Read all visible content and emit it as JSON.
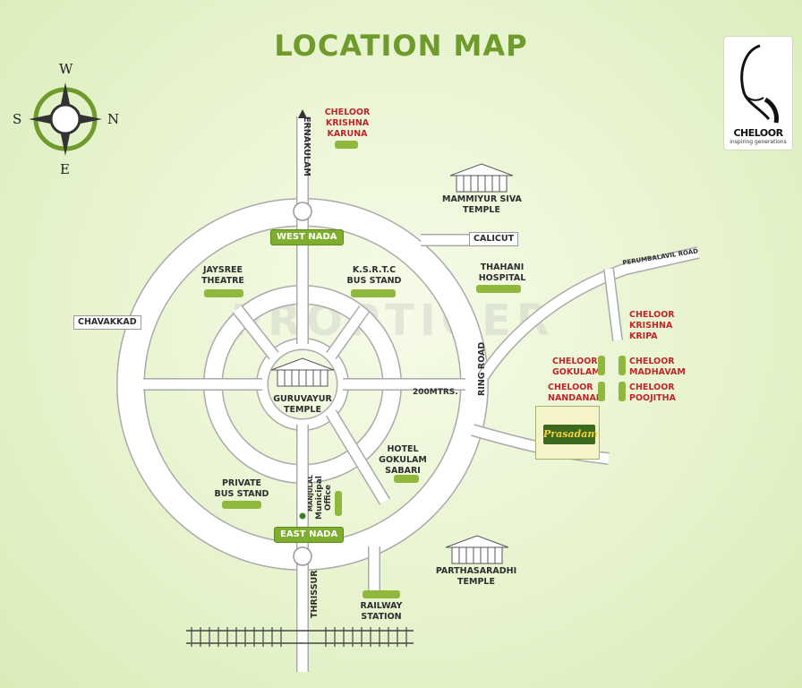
{
  "title": "LOCATION MAP",
  "watermark": "PROPTIGER",
  "compass": {
    "north": "N",
    "south": "S",
    "east": "E",
    "west": "W"
  },
  "logo": {
    "name": "CHELOOR",
    "tagline": "inspiring generations"
  },
  "roads": {
    "ernakulam": "ERNAKULAM",
    "thrissur": "THRISSUR",
    "chavakkad": "CHAVAKKAD",
    "calicut": "CALICUT",
    "ring_road": "RING ROAD",
    "perumbalavil_road": "PERUMBALAVIL ROAD",
    "distance": "200MTRS.",
    "manjulal": "MANJULAL"
  },
  "nadas": {
    "west": "WEST NADA",
    "east": "EAST NADA"
  },
  "landmarks": {
    "guruvayur_temple": [
      "GURUVAYUR",
      "TEMPLE"
    ],
    "mammiyur_temple": [
      "MAMMIYUR SIVA",
      "TEMPLE"
    ],
    "parthasaradhi_temple": [
      "PARTHASARADHI",
      "TEMPLE"
    ],
    "jaysree_theatre": [
      "JAYSREE",
      "THEATRE"
    ],
    "ksrtc": [
      "K.S.R.T.C",
      "BUS STAND"
    ],
    "thahani_hospital": [
      "THAHANI",
      "HOSPITAL"
    ],
    "private_bus_stand": [
      "PRIVATE",
      "BUS STAND"
    ],
    "hotel_gokulam": [
      "HOTEL",
      "GOKULAM",
      "SABARI"
    ],
    "municipal_office": [
      "Municipal",
      "Office"
    ],
    "railway_station": [
      "RAILWAY",
      "STATION"
    ]
  },
  "projects": {
    "krishna_karuna": [
      "CHELOOR",
      "KRISHNA",
      "KARUNA"
    ],
    "krishna_kripa": [
      "CHELOOR",
      "KRISHNA",
      "KRIPA"
    ],
    "gokulam": [
      "CHELOOR",
      "GOKULAM"
    ],
    "madhavam": [
      "CHELOOR",
      "MADHAVAM"
    ],
    "nandanam": [
      "CHELOOR",
      "NANDANAM"
    ],
    "poojitha": [
      "CHELOOR",
      "POOJITHA"
    ],
    "prasadam": "Prasadam"
  },
  "colors": {
    "title": "#6f9a2c",
    "marker": "#8fb83d",
    "project_text": "#c0262a",
    "road": "#ffffff"
  }
}
